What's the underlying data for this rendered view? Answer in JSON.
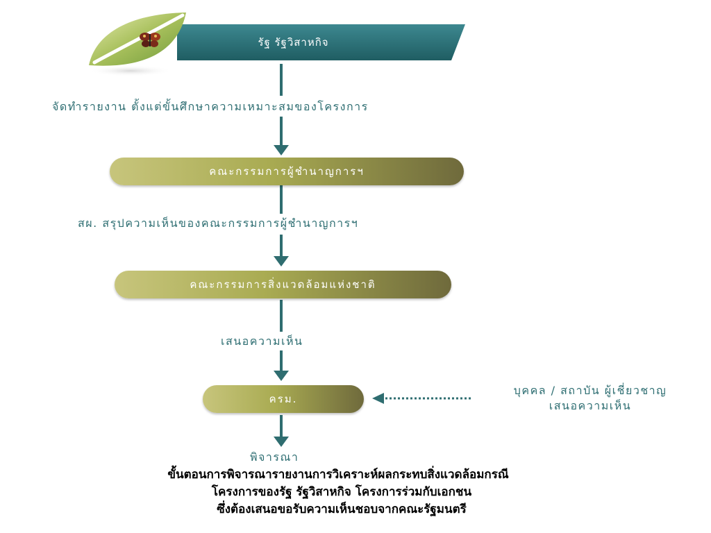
{
  "header": {
    "title": "รัฐ รัฐวิสาหกิจ"
  },
  "steps": [
    {
      "label": "จัดทำรายงาน ตั้งแต่ขั้นศึกษาความเหมาะสมของโครงการ"
    },
    {
      "box": "คณะกรรมการผู้ชำนาญการฯ"
    },
    {
      "label": "สผ. สรุปความเห็นของคณะกรรมการผู้ชำนาญการฯ"
    },
    {
      "box": "คณะกรรมการสิ่งแวดล้อมแห่งชาติ"
    },
    {
      "label": "เสนอความเห็น"
    },
    {
      "box": "ครม."
    },
    {
      "label": "พิจารณา"
    }
  ],
  "side_note": {
    "line1": "บุคคล / สถาบัน ผู้เชี่ยวชาญ",
    "line2": "เสนอความเห็น"
  },
  "caption": {
    "line1": "ขั้นตอนการพิจารณารายงานการวิเคราะห์ผลกระทบสิ่งแวดล้อมกรณี",
    "line2": "โครงการของรัฐ รัฐวิสาหกิจ โครงการร่วมกับเอกชน",
    "line3": "ซึ่งต้องเสนอขอรับความเห็นชอบจากคณะรัฐมนตรี"
  },
  "colors": {
    "arrow": "#2f6d70",
    "header": "#2b6f74",
    "pill_light": "#c7c57c",
    "pill_dark": "#6f6a3c",
    "label": "#2e6e72"
  },
  "icons": [
    "leaf-icon",
    "butterfly-icon"
  ]
}
